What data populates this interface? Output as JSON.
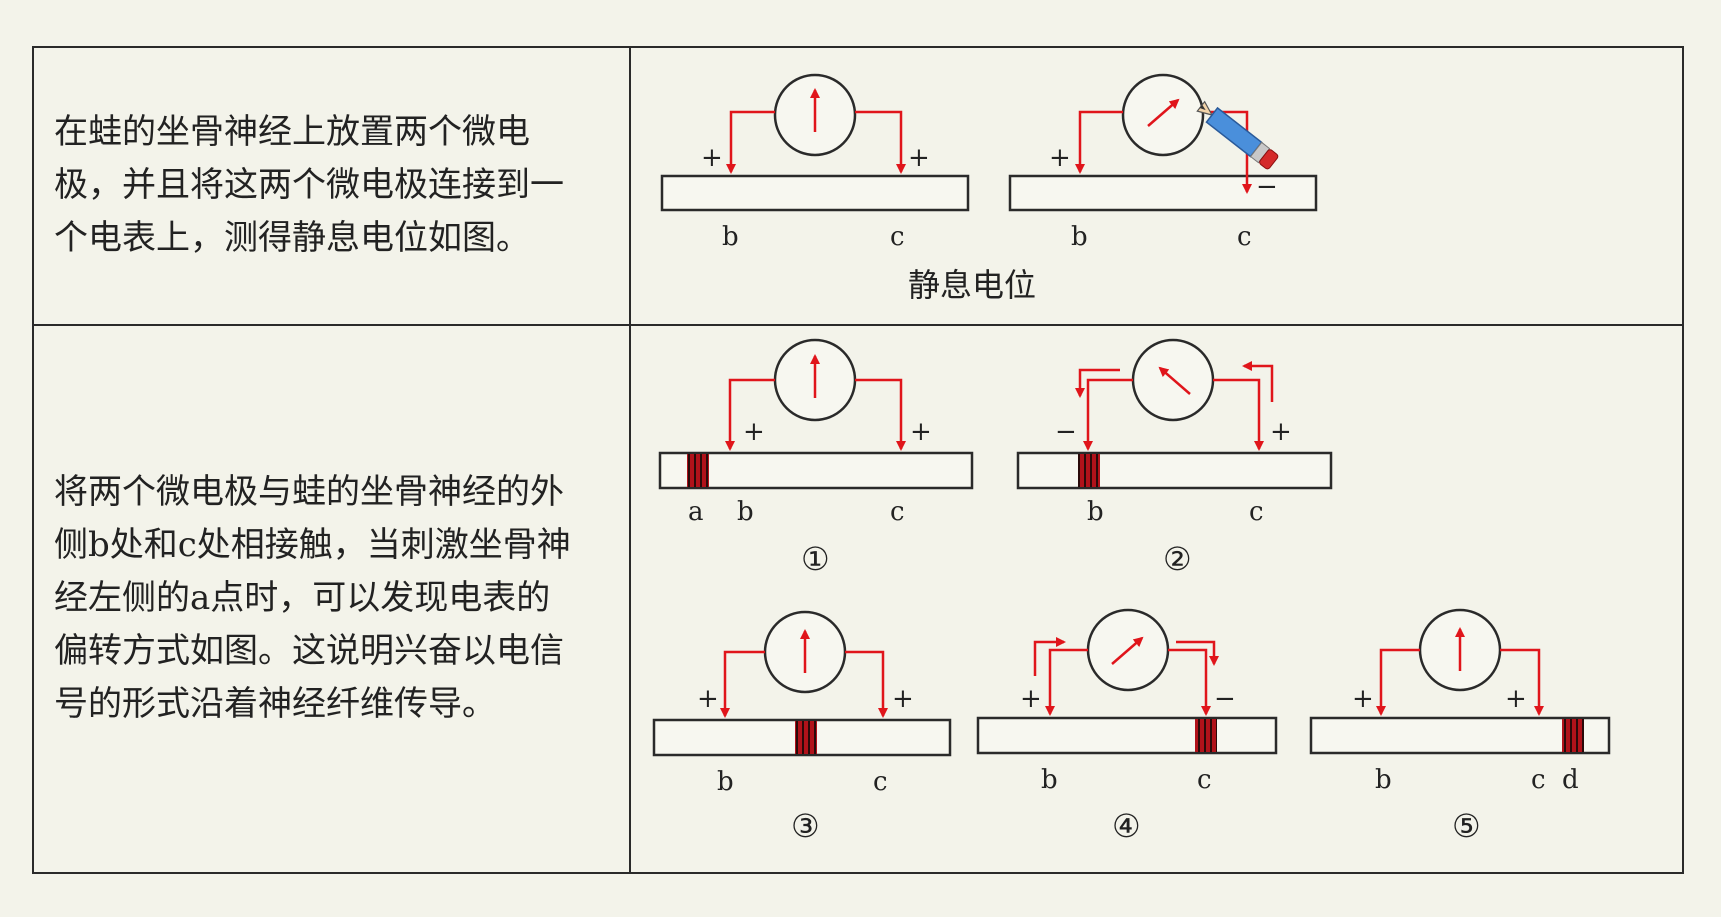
{
  "rows": [
    {
      "description": "在蛙的坐骨神经上放置两个微电\n极，并且将这两个微电极连接到一\n个电表上，测得静息电位如图。",
      "caption": "静息电位"
    },
    {
      "description": "将两个微电极与蛙的坐骨神经的外\n侧b处和c处相接触，当刺激坐骨神\n经左侧的a点时，可以发现电表的\n偏转方式如图。这说明兴奋以电信\n号的形式沿着神经纤维传导。"
    }
  ],
  "labels": {
    "a": "a",
    "b": "b",
    "c": "c",
    "d": "d",
    "plus": "+",
    "minus": "−",
    "n1": "①",
    "n2": "②",
    "n3": "③",
    "n4": "④",
    "n5": "⑤"
  },
  "colors": {
    "wire": "#e0151b",
    "stim": "#b0121a",
    "line": "#2a2a2a"
  },
  "icons": [
    "pencil-icon"
  ]
}
